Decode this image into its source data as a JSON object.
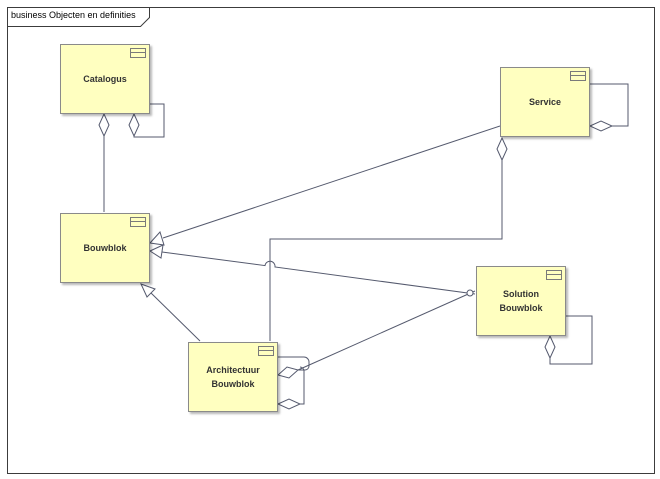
{
  "diagram": {
    "title": "business Objecten en definities",
    "elements": {
      "catalogus": {
        "label": "Catalogus"
      },
      "service": {
        "label": "Service"
      },
      "bouwblok": {
        "label": "Bouwblok"
      },
      "solution_bouwblok": {
        "label": "Solution Bouwblok"
      },
      "architectuur_bouwblok": {
        "label": "Architectuur\nBouwblok"
      }
    },
    "element_icon": "class-icon",
    "colors": {
      "element_fill": "#ffffc0",
      "line": "#555a6e",
      "border": "#8a8a8a"
    }
  }
}
